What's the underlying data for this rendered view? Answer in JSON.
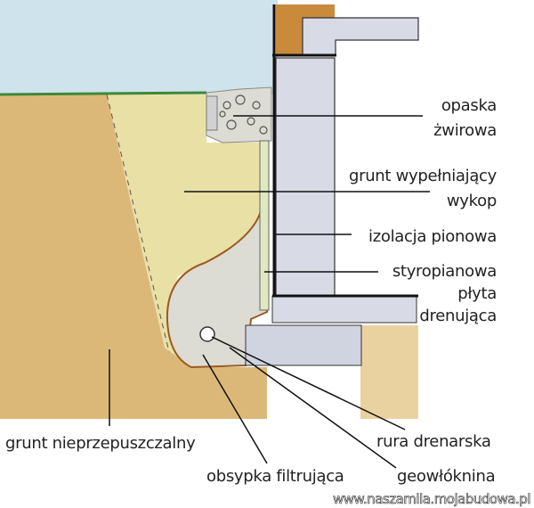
{
  "labels": {
    "opaska": [
      "opaska",
      "żwirowa"
    ],
    "grunt_wypelniajacy": [
      "grunt wypełniający",
      "wykop"
    ],
    "izolacja": "izolacja pionowa",
    "styropianowa": [
      "styropianowa",
      "płyta",
      "drenująca"
    ],
    "rura": "rura drenarska",
    "grunt_nieprzepuszczalny": "grunt nieprzepuszczalny",
    "obsypka": "obsypka filtrująca",
    "geowloknina": "geowłóknina"
  },
  "watermark": "www.naszamila.mojabudowa.pl",
  "colors": {
    "sky": "#cfe3ec",
    "soil": "#dcb878",
    "backfill": "#e9e0a6",
    "gravel": "#dcdcd4",
    "concrete": "#d8dbe6",
    "wood": "#c98a3c",
    "grass": "#3b8a3a"
  }
}
